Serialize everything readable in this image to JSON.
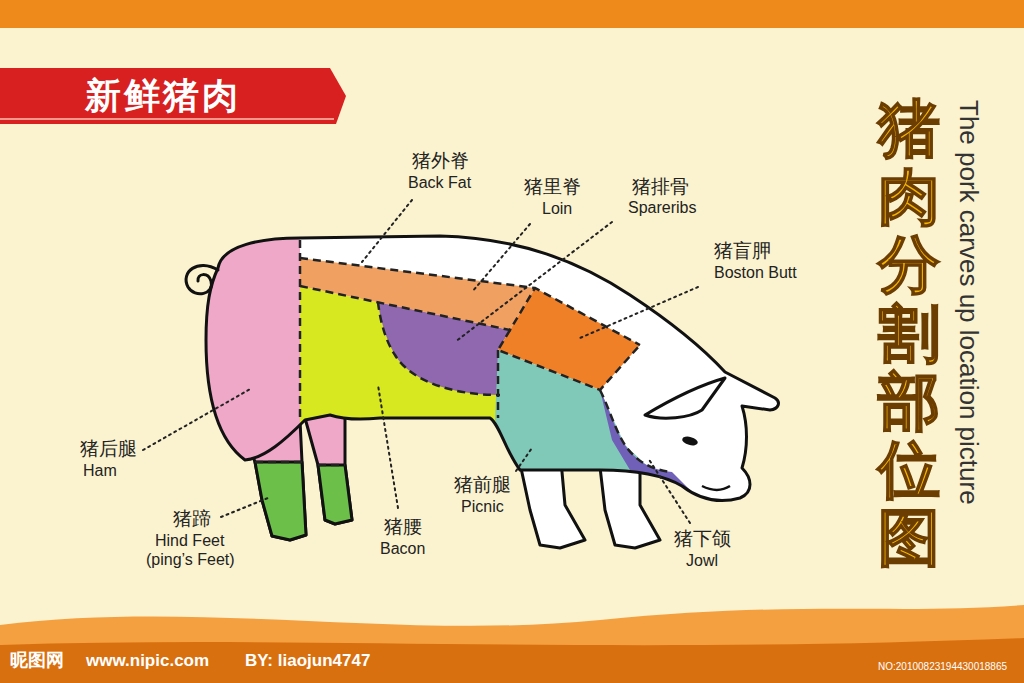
{
  "diagram": {
    "title": "猪肉分割部位图",
    "nodes": [
      {
        "text": [
          "新鲜猪肉"
        ]
      }
    ],
    "labels": [
      "The pork carves up location picture",
      "猪外脊",
      "Back Fat",
      "猪里脊",
      "Loin",
      "猪排骨",
      "Spareribs",
      "猪盲胛",
      "Boston Butt",
      "猪后腿",
      "Ham",
      "猪蹄",
      "Hind Feet",
      "(ping’s Feet)",
      "猪腰",
      "Bacon",
      "猪前腿",
      "Picnic",
      "猪下颌",
      "Jowl",
      "昵图网",
      "www.nipic.com",
      "BY: liaojun4747",
      "NO:20100823194430018865"
    ]
  }
}
